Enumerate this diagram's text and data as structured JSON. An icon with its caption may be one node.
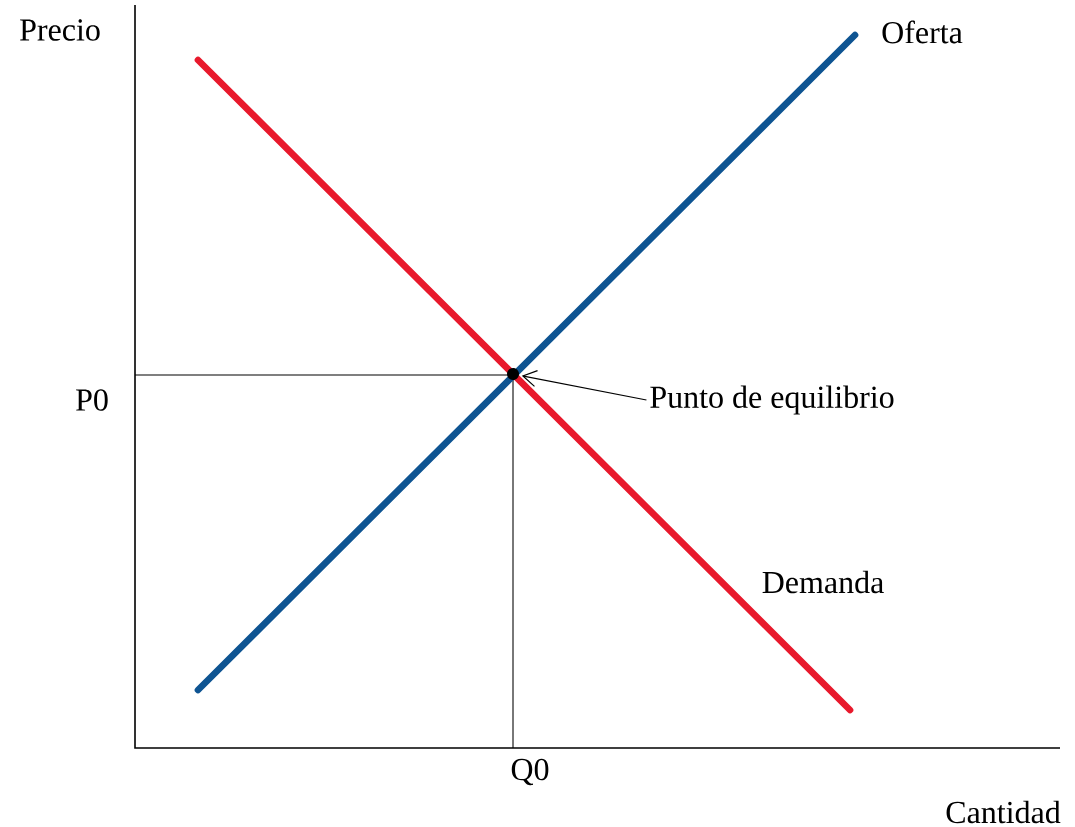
{
  "diagram": {
    "nodes": [
      {
        "text": [],
        "shape": "circle"
      },
      {
        "text": [
          "Punto de equilibrio"
        ]
      }
    ],
    "edges": [
      {
        "from": 1,
        "to": 0,
        "arrow": "to"
      }
    ],
    "labels": [
      "Precio",
      "Oferta",
      "P0",
      "Demanda",
      "Q0",
      "Cantidad"
    ]
  }
}
